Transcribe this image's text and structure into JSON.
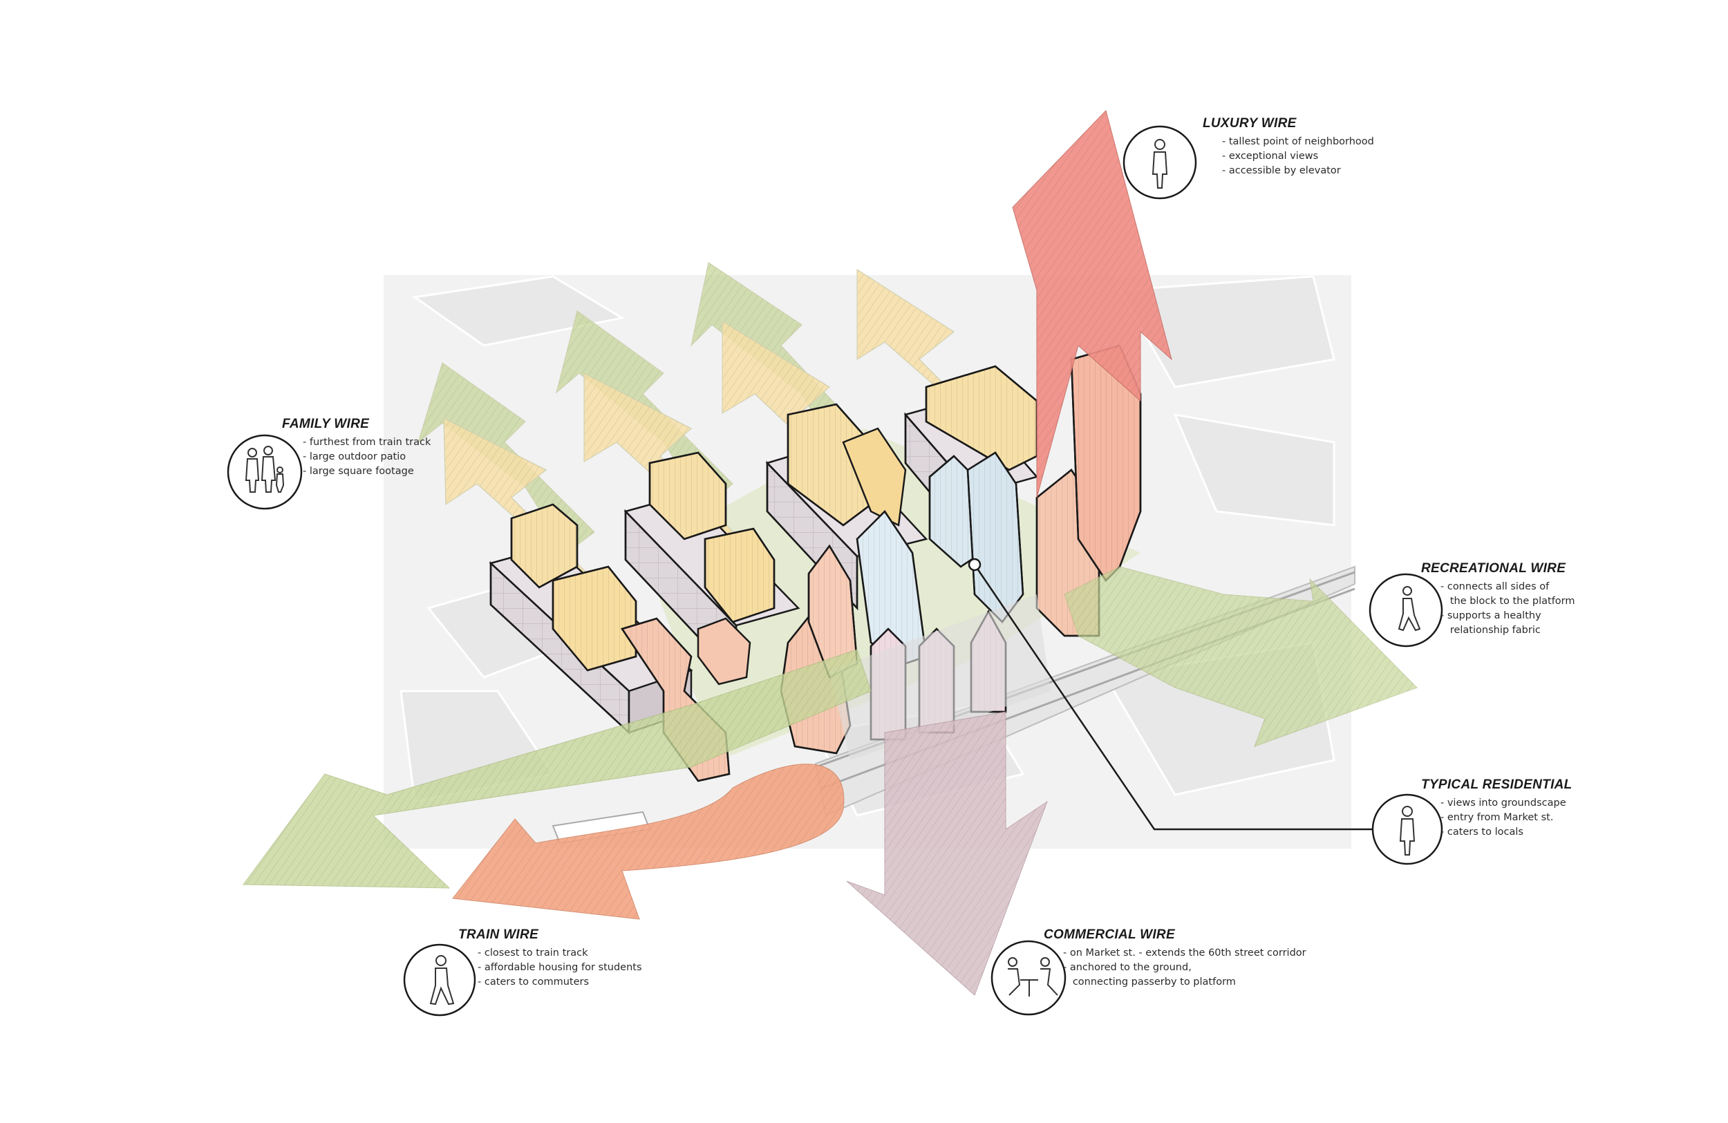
{
  "colors": {
    "luxury": "#f08f86",
    "family": "#f7e0a8",
    "green": "#c7d79a",
    "train": "#f3a583",
    "commercial": "#d7c0c6",
    "residential": "#f6c7b0",
    "glass": "#d7e6ee",
    "podium": "#ddd6da",
    "line": "#1a1a1a"
  },
  "annotations": {
    "luxury": {
      "title": "LUXURY WIRE",
      "icon": "standing-person-icon",
      "items": [
        "- tallest point of neighborhood",
        "- exceptional views",
        "- accessible by elevator"
      ]
    },
    "family": {
      "title": "FAMILY WIRE",
      "icon": "family-icon",
      "items": [
        "- furthest from train track",
        "- large outdoor patio",
        "- large square footage"
      ]
    },
    "recreational": {
      "title": "RECREATIONAL WIRE",
      "icon": "runner-icon",
      "items": [
        "- connects all sides of",
        "   the block to the platform",
        "- supports a healthy",
        "   relationship fabric"
      ]
    },
    "typical": {
      "title": "TYPICAL RESIDENTIAL",
      "icon": "standing-person-icon",
      "items": [
        "- views into groundscape",
        "- entry from Market st.",
        "- caters to locals"
      ]
    },
    "train": {
      "title": "TRAIN WIRE",
      "icon": "walking-person-icon",
      "items": [
        "- closest to train track",
        "- affordable housing for students",
        "- caters to commuters"
      ]
    },
    "commercial": {
      "title": "COMMERCIAL WIRE",
      "icon": "cafe-table-icon",
      "items": [
        "- on Market st. - extends the 60th street corridor",
        "- anchored to the ground,",
        "   connecting passerby to platform"
      ]
    }
  }
}
